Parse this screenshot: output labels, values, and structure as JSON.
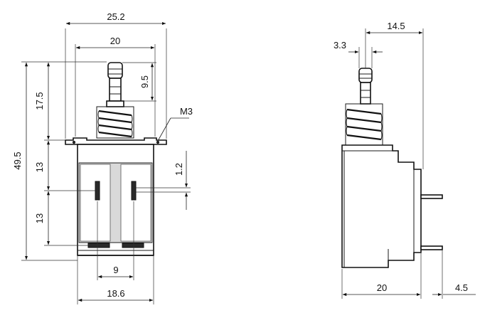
{
  "front_view": {
    "dimensions": {
      "overall_width": "25.2",
      "spring_width": "20",
      "plunger_travel": "9.5",
      "thread": "M3",
      "top_height": "17.5",
      "total_height": "49.5",
      "upper_section": "13",
      "lower_section": "13",
      "pin_offset": "1.2",
      "pin_pitch": "9",
      "body_width": "18.6"
    }
  },
  "side_view": {
    "dimensions": {
      "plunger_offset": "14.5",
      "plunger_width": "3.3",
      "body_depth": "20",
      "pin_length": "4.5"
    }
  },
  "colors": {
    "line": "#111111",
    "background": "#ffffff"
  }
}
